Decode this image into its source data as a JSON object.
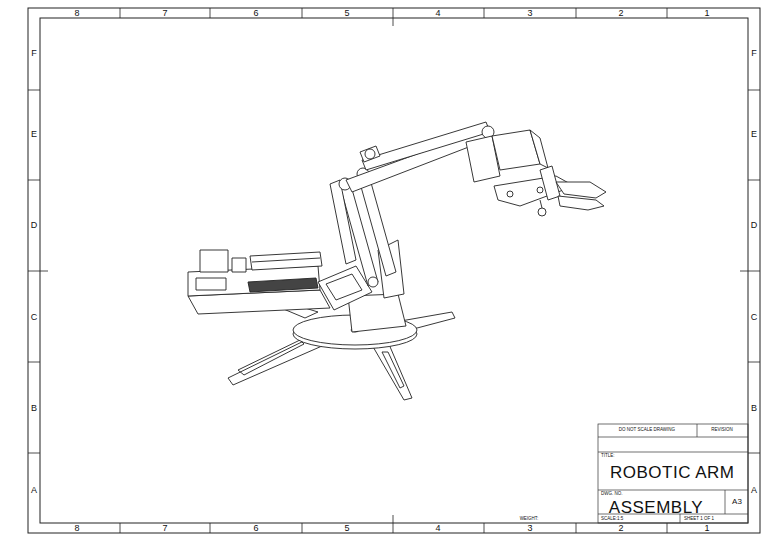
{
  "diagram": {
    "labels": [
      "8",
      "7",
      "6",
      "5",
      "4",
      "3",
      "2",
      "1",
      "8",
      "7",
      "6",
      "5",
      "4",
      "3",
      "2",
      "1",
      "F",
      "E",
      "D",
      "C",
      "B",
      "A",
      "F",
      "E",
      "D",
      "C",
      "B",
      "A",
      "DO NOT SCALE DRAWING",
      "REVISION",
      "TITLE:",
      "ROBOTIC ARM",
      "DWG. NO.",
      "ASSEMBLY",
      "A3",
      "WEIGHT:",
      "SCALE:1:5",
      "SHEET 1 OF 1"
    ]
  }
}
